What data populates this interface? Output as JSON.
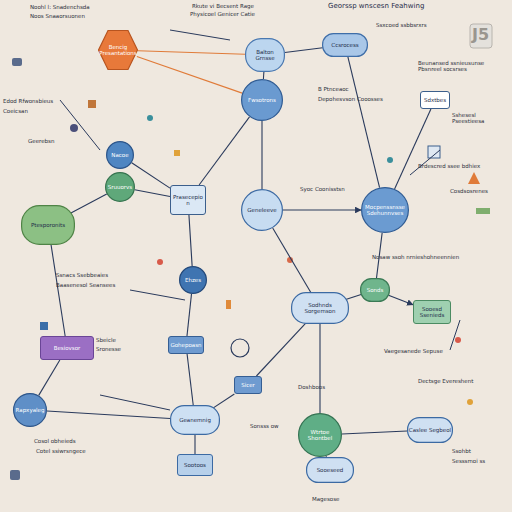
{
  "diagram": {
    "title": "Georssp wnscesn Feahwing",
    "nodes": [
      {
        "text": [
          "Bencig Presantations"
        ]
      },
      {
        "text": [
          "Balton Grnsse"
        ]
      },
      {
        "text": [
          "Ccsrocess"
        ]
      },
      {
        "text": [
          "Fwsotrons"
        ]
      },
      {
        "text": [
          "Nacoe"
        ]
      },
      {
        "text": [
          "Sruuorvs"
        ]
      },
      {
        "text": [
          "Ptesporonits"
        ]
      },
      {
        "text": [
          "Prasecepion"
        ]
      },
      {
        "text": [
          "Geneleeve"
        ]
      },
      {
        "text": [
          "Mocpenssnsse Sdehunnvses"
        ]
      },
      {
        "text": [
          "Ehzes"
        ]
      },
      {
        "text": [
          "Gohepoasn"
        ]
      },
      {
        "text": [
          "Sodhnds Sorgemson"
        ]
      },
      {
        "text": [
          "Sonds"
        ]
      },
      {
        "text": [
          "Sooesd Ssenieds"
        ]
      },
      {
        "text": [
          "Besiovsor"
        ]
      },
      {
        "text": [
          "Rapxyaleg"
        ]
      },
      {
        "text": [
          "Sicer"
        ]
      },
      {
        "text": [
          "Geanemnig"
        ]
      },
      {
        "text": [
          "Wtrtoe Shontbel"
        ]
      },
      {
        "text": [
          "Caslee Segbeol"
        ]
      },
      {
        "text": [
          "Sootoos"
        ]
      },
      {
        "text": [
          "Sooeseed"
        ]
      },
      {
        "text": [
          "Sdxtbes"
        ]
      }
    ],
    "edges": [
      {
        "from": 0,
        "to": 3,
        "arrow": "none"
      },
      {
        "from": 0,
        "to": 1,
        "arrow": "none"
      },
      {
        "from": 1,
        "to": 2,
        "arrow": "none"
      },
      {
        "from": 1,
        "to": 3,
        "arrow": "none"
      },
      {
        "from": 3,
        "to": 8,
        "arrow": "none"
      },
      {
        "from": 3,
        "to": 7,
        "arrow": "none"
      },
      {
        "from": 4,
        "to": 7,
        "arrow": "none"
      },
      {
        "from": 5,
        "to": 7,
        "arrow": "none"
      },
      {
        "from": 6,
        "to": 5,
        "arrow": "none"
      },
      {
        "from": 8,
        "to": 9,
        "arrow": "to"
      },
      {
        "from": 9,
        "to": 23,
        "arrow": "none"
      },
      {
        "from": 8,
        "to": 12,
        "arrow": "none"
      },
      {
        "from": 7,
        "to": 10,
        "arrow": "none"
      },
      {
        "from": 10,
        "to": 11,
        "arrow": "none"
      },
      {
        "from": 11,
        "to": 18,
        "arrow": "none"
      },
      {
        "from": 12,
        "to": 13,
        "arrow": "none"
      },
      {
        "from": 13,
        "to": 14,
        "arrow": "to"
      },
      {
        "from": 9,
        "to": 13,
        "arrow": "none"
      },
      {
        "from": 12,
        "to": 19,
        "arrow": "none"
      },
      {
        "from": 17,
        "to": 18,
        "arrow": "none"
      },
      {
        "from": 18,
        "to": 21,
        "arrow": "none"
      },
      {
        "from": 19,
        "to": 22,
        "arrow": "none"
      },
      {
        "from": 19,
        "to": 20,
        "arrow": "none"
      },
      {
        "from": 15,
        "to": 16,
        "arrow": "none"
      },
      {
        "from": 16,
        "to": 18,
        "arrow": "none"
      },
      {
        "from": 12,
        "to": 17,
        "arrow": "none"
      },
      {
        "from": 2,
        "to": 9,
        "arrow": "none"
      },
      {
        "from": 6,
        "to": 15,
        "arrow": "none"
      }
    ],
    "labels": [
      "Noohl l: Snadenchsda",
      "Noos Snaaorsuonen",
      "Rkute vi Becsent Rage",
      "Physicoel Genicer Catie",
      "J5",
      "Ssxcoed ssbbsrxrs",
      "Beunansed ssnieusunse Pbsnreel socsrses",
      "Sshesesl Pseestieesa",
      "B Ptnceaoc",
      "Depohesvson Cooosses",
      "Edod Rfwonsbieus",
      "Coeicsan",
      "Geerebsn",
      "Brdescred ssee bdhiex",
      "Cosdsosrenes",
      "Syoc Coonisstsn",
      "Ssnacs Ssebbeaies",
      "Baasenesol Seansees",
      "Sbeicle",
      "Sronesse",
      "Nosaw ssoh nrnieshohneennien",
      "Vaegesanede Sepuse",
      "Dectsge Evereshent",
      "Doshboos",
      "Sonsss ow",
      "Cosol obheieds",
      "Cotel ssiwrsngece",
      "Ssohbt",
      "Sesssmoi ss",
      "Magesose"
    ]
  }
}
